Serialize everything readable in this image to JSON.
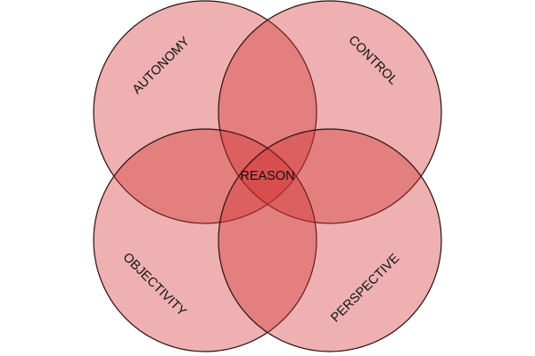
{
  "diagram": {
    "type": "venn-4",
    "colors": {
      "fill": "#d32f2f",
      "stroke": "#2a1010",
      "background": "#ffffff"
    },
    "fill_opacity": 0.38,
    "sets": [
      {
        "label": "AUTONOMY"
      },
      {
        "label": "CONTROL"
      },
      {
        "label": "OBJECTIVITY"
      },
      {
        "label": "PERSPECTIVE"
      }
    ],
    "center_label": "REASON"
  }
}
